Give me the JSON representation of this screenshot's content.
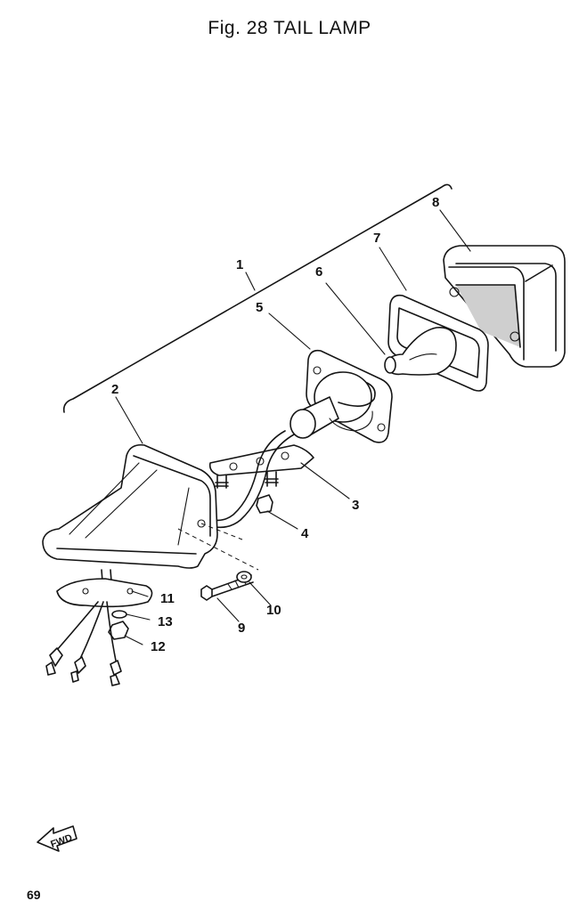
{
  "title": "Fig. 28  TAIL  LAMP",
  "page_number": "69",
  "fwd_label": "FWD",
  "callouts": [
    {
      "id": "c1",
      "text": "1"
    },
    {
      "id": "c2",
      "text": "2"
    },
    {
      "id": "c3",
      "text": "3"
    },
    {
      "id": "c4",
      "text": "4"
    },
    {
      "id": "c5",
      "text": "5"
    },
    {
      "id": "c6",
      "text": "6"
    },
    {
      "id": "c7",
      "text": "7"
    },
    {
      "id": "c8",
      "text": "8"
    },
    {
      "id": "c9",
      "text": "9"
    },
    {
      "id": "c10",
      "text": "10"
    },
    {
      "id": "c11",
      "text": "11"
    },
    {
      "id": "c12",
      "text": "12"
    },
    {
      "id": "c13",
      "text": "13"
    }
  ]
}
